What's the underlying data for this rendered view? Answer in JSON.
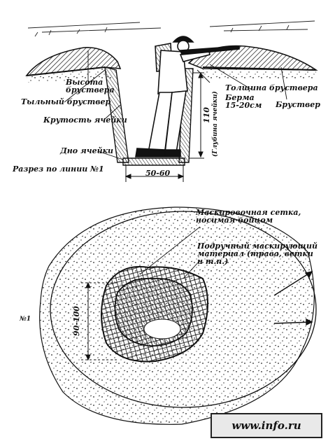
{
  "section": {
    "caption": "Разрез по линии №1",
    "labels": {
      "parapet_height": "Высота\nбруствера",
      "rear_parapet": "Тыльный бруствер",
      "cell_steepness": "Крутость ячейки",
      "cell_bottom": "Дно ячейки",
      "parapet_thickness": "Толщина бруствера",
      "berm": "Берма\n15-20см",
      "parapet": "Бруствер",
      "cell_depth": "(Глубина ячейки)",
      "depth_value": "110",
      "width_value": "50-60"
    }
  },
  "plan": {
    "labels": {
      "camo_net": "Маскировочная сетка,\nносимая бойцом",
      "improvised": "Подручный маскирующий\nматериал (трава, ветки\nи т.п.)",
      "line_marker": "№1",
      "diameter": "90-100"
    }
  },
  "watermark": "www.info.ru",
  "colors": {
    "ink": "#111111",
    "paper": "#ffffff"
  }
}
